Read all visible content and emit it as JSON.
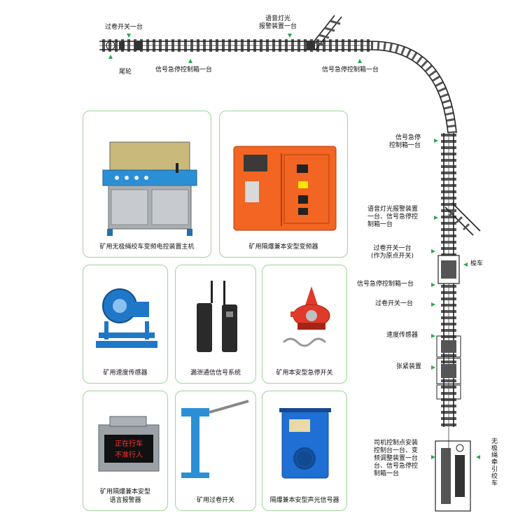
{
  "diagram": {
    "track_labels": {
      "top_limit_switch": "过卷开关一台",
      "voice_alarm_top": [
        "语音灯光",
        "报警装置一台"
      ],
      "tail_wheel": "尾轮",
      "estop_box_1": "信号急停控制箱一台",
      "estop_box_2": "信号急停控制箱一台",
      "estop_box_side": [
        "信号急停",
        "控制箱一台"
      ],
      "voice_alarm_side": [
        "语音灯光报警装置",
        "一台、信号急停控",
        "制箱一台"
      ],
      "origin_switch": [
        "过卷开关一台",
        "(作为原点开关)"
      ],
      "shuttle_car": "梭车",
      "estop_box_3": "信号急停控制箱一台",
      "limit_switch_2": "过卷开关一台",
      "speed_sensor": "速度传感器",
      "tensioner": "张紧装置",
      "driver_station": [
        "司机控制点安装",
        "控制台一台、变",
        "频调整装置一台",
        "台、信号急停控",
        "制箱一台"
      ],
      "winch_vertical": "无极绳牵引绞车"
    },
    "cards": [
      {
        "id": "main-controller",
        "caption": [
          "矿用无极绳绞车变频电控装置主机"
        ]
      },
      {
        "id": "inverter",
        "caption": [
          "矿用隔爆兼本安型变频器"
        ]
      },
      {
        "id": "speed-sensor",
        "caption": [
          "矿用速度传感器"
        ]
      },
      {
        "id": "leaky-comm",
        "caption": [
          "漏泄通信信号系统"
        ]
      },
      {
        "id": "estop-switch",
        "caption": [
          "矿用本安型急停开关"
        ]
      },
      {
        "id": "voice-alarm",
        "caption": [
          "矿用隔爆兼本安型",
          "语言报警器"
        ]
      },
      {
        "id": "overwind-switch",
        "caption": [
          "矿用过卷开关"
        ]
      },
      {
        "id": "sound-light",
        "caption": [
          "隔爆兼本安型声光信号器"
        ]
      }
    ],
    "alarm_display": [
      "正在行车",
      "不准行人"
    ],
    "colors": {
      "accent_green": "#2aa84a",
      "card_border": "#9fd39a",
      "orange": "#f26522",
      "blue": "#1f77c8"
    }
  }
}
